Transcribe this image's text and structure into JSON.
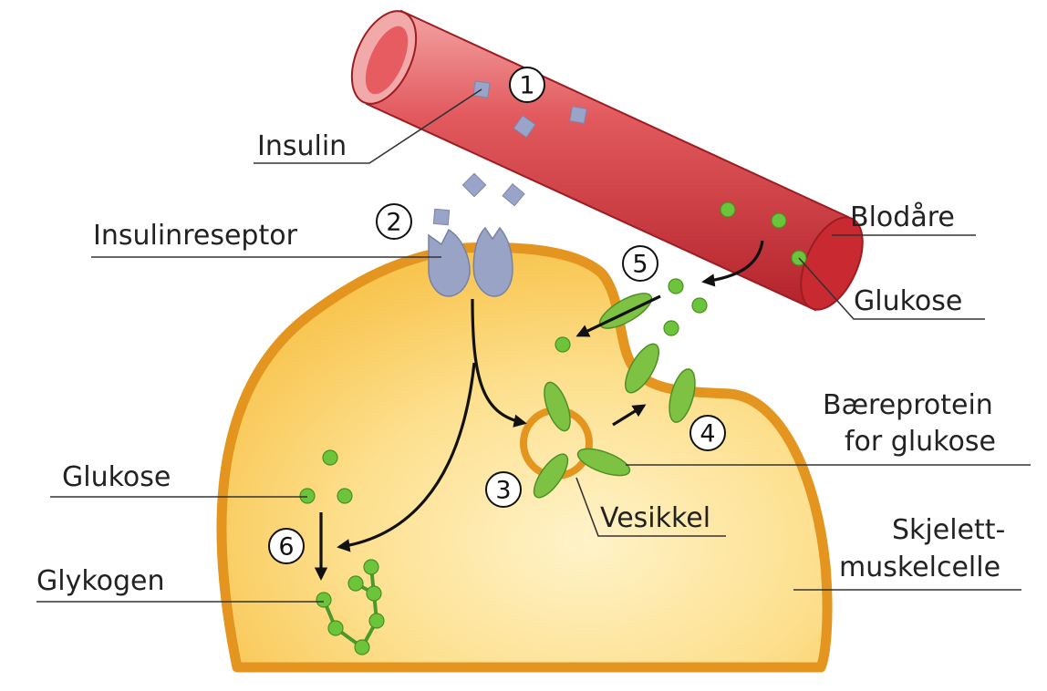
{
  "labels": {
    "insulin": "Insulin",
    "insulinreseptor": "Insulinreseptor",
    "blodare": "Blodåre",
    "glukose_blood": "Glukose",
    "baereprotein_1": "Bæreprotein",
    "baereprotein_2": "for glukose",
    "vesikkel": "Vesikkel",
    "skjelett_1": "Skjelett-",
    "skjelett_2": "muskelcelle",
    "glukose_cell": "Glukose",
    "glykogen": "Glykogen"
  },
  "steps": [
    "1",
    "2",
    "3",
    "4",
    "5",
    "6"
  ],
  "colors": {
    "blood_vessel": "#d9363e",
    "cell_fill": "#fbd97a",
    "cell_border": "#e3951f",
    "glucose": "#6cc43a",
    "carrier_protein": "#7dc242",
    "insulin": "#9aa4c8",
    "receptor": "#98a3c6"
  }
}
